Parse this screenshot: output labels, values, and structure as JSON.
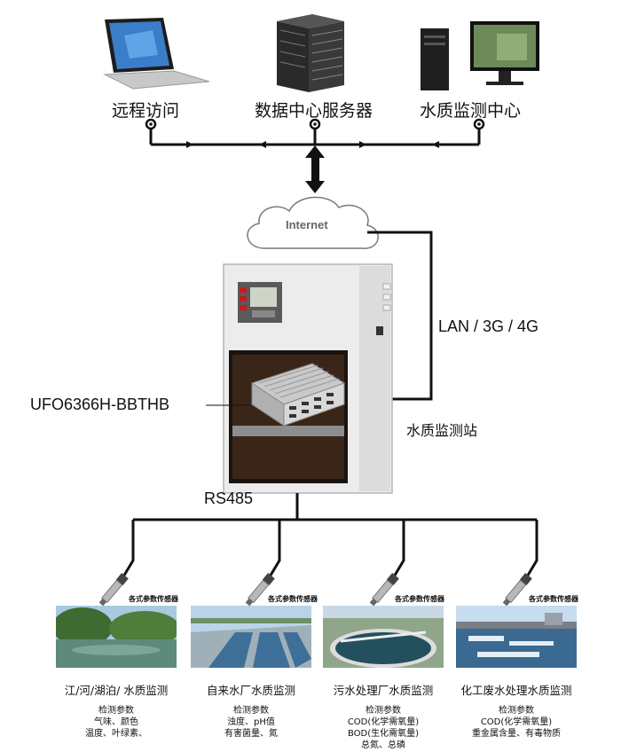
{
  "top": {
    "remote": "远程访问",
    "datacenter": "数据中心服务器",
    "monitor_center": "水质监测中心"
  },
  "cloud": "Internet",
  "link_label": "LAN / 3G / 4G",
  "device_model": "UFO6366H-BBTHB",
  "station_label": "水质监测站",
  "bus_label": "RS485",
  "sites": [
    {
      "sensor_tag": "各式参数传感器",
      "title": "江/河/湖泊/ 水质监测",
      "params": [
        "检测参数",
        "气味、颜色",
        "温度、叶绿素、"
      ]
    },
    {
      "sensor_tag": "各式参数传感器",
      "title": "自来水厂水质监测",
      "params": [
        "检测参数",
        "浊度、pH值",
        "有害菌量、氮"
      ]
    },
    {
      "sensor_tag": "各式参数传感器",
      "title": "污水处理厂水质监测",
      "params": [
        "检测参数",
        "COD(化学需氧量)",
        "BOD(生化需氧量)",
        "总氮、总磷"
      ]
    },
    {
      "sensor_tag": "各式参数传感器",
      "title": "化工废水处理水质监测",
      "params": [
        "检测参数",
        "COD(化学需氧量)",
        "重金属含量、有毒物质"
      ]
    }
  ]
}
